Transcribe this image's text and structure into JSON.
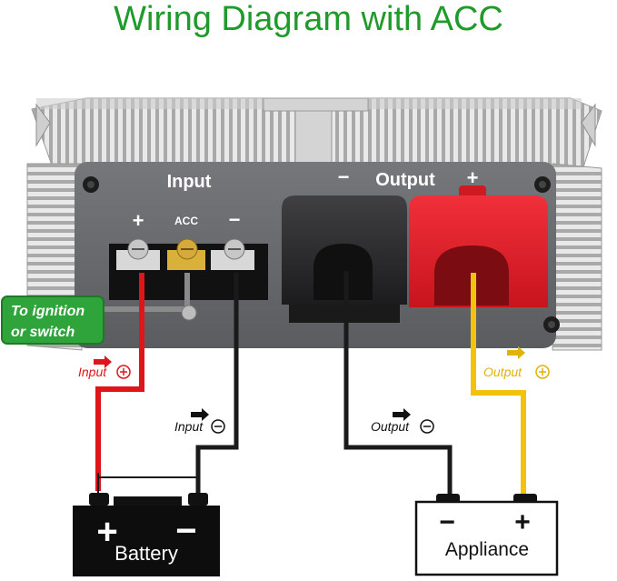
{
  "title": "Wiring Diagram with ACC",
  "terminals": {
    "input_header": "Input",
    "input_plus": "+",
    "acc": "ACC",
    "input_minus": "−",
    "output_minus": "−",
    "output_header": "Output",
    "output_plus": "+"
  },
  "ignition_label": {
    "line1": "To ignition",
    "line2": "or switch"
  },
  "wire_labels": {
    "input_pos": "Input",
    "input_neg": "Input",
    "output_neg": "Output",
    "output_pos": "Output"
  },
  "battery": {
    "plus": "+",
    "minus": "−",
    "label": "Battery"
  },
  "appliance": {
    "minus": "−",
    "plus": "+",
    "label": "Appliance"
  },
  "colors": {
    "title": "#1f9a2b",
    "wire_red": "#e0151b",
    "wire_black": "#1a1a1a",
    "wire_gray": "#8a8a8a",
    "wire_yellow": "#f2c20c",
    "ignition_bg": "#2ea43a",
    "panel": "#66686c",
    "red_cap": "#e5202a",
    "black_cap": "#2b2b2d"
  }
}
